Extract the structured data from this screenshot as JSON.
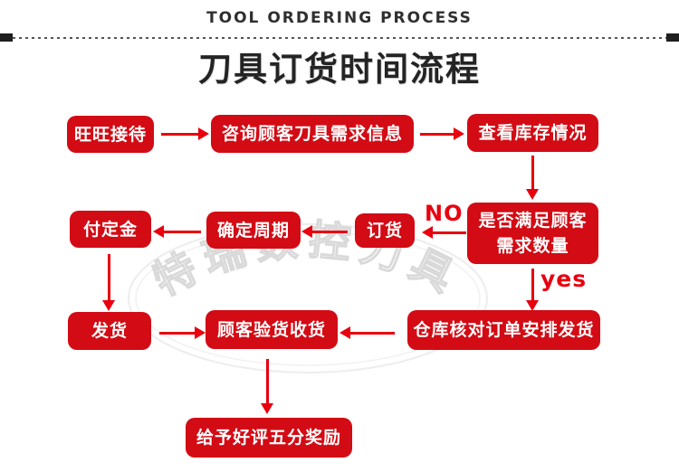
{
  "header": {
    "eyebrow": "TOOL ORDERING PROCESS",
    "title": "刀具订货时间流程"
  },
  "watermark": {
    "text": "特瑞数控刀具"
  },
  "colors": {
    "box_red": "#d20b14",
    "arrow_red": "#e8000f",
    "ink": "#242424"
  },
  "flow": {
    "nodes": {
      "reception": "旺旺接待",
      "consult": "咨询顾客刀具需求信息",
      "check_stock": "查看库存情况",
      "satisfy": {
        "line1": "是否满足顾客",
        "line2": "需求数量"
      },
      "order": "订货",
      "cycle": "确定周期",
      "deposit": "付定金",
      "ship": "发货",
      "inspect": "顾客验货收货",
      "warehouse": "仓库核对订单安排发货",
      "review": "给予好评五分奖励"
    },
    "branch_labels": {
      "no": "NO",
      "yes": "yes"
    }
  }
}
